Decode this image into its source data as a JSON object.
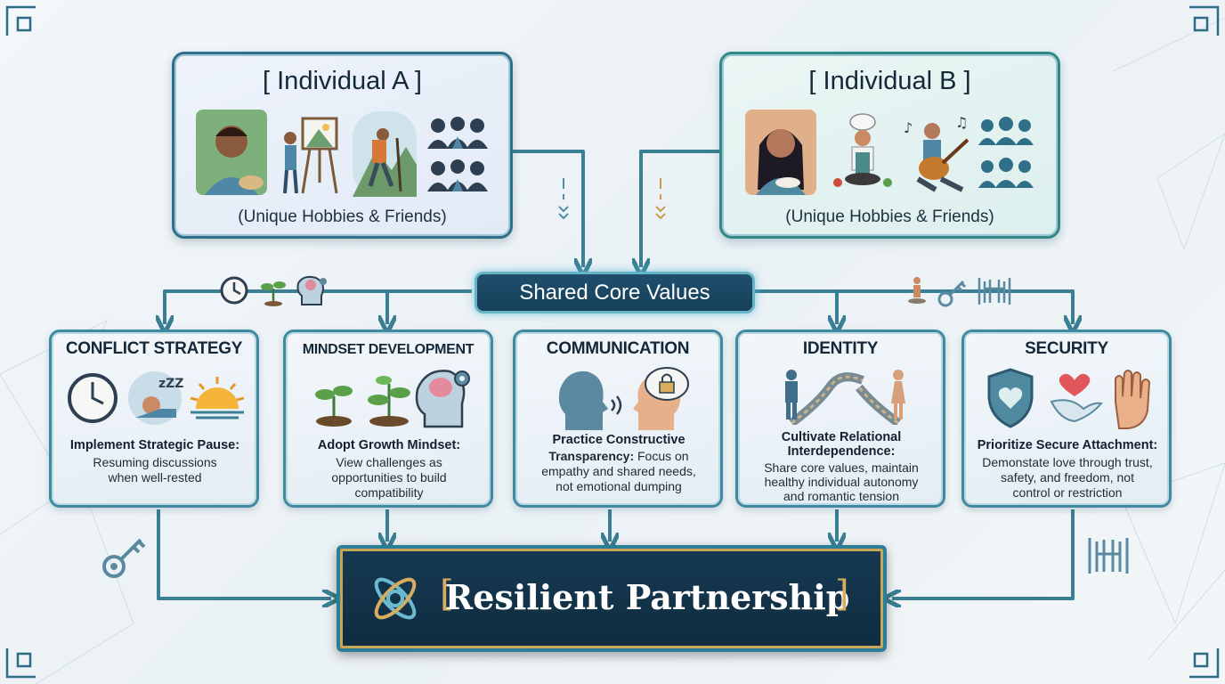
{
  "individuals": [
    {
      "title": "[ Individual A ]",
      "caption": "(Unique Hobbies & Friends)"
    },
    {
      "title": "[ Individual B ]",
      "caption": "(Unique Hobbies & Friends)"
    }
  ],
  "shared_label": "Shared Core Values",
  "cards": [
    {
      "title": "CONFLICT STRATEGY",
      "heading": "Implement Strategic Pause:",
      "lines": [
        "Resuming discussions",
        "when well-rested"
      ]
    },
    {
      "title": "MINDSET DEVELOPMENT",
      "heading": "Adopt Growth Mindset:",
      "lines": [
        "View challenges as",
        "opportunities to build",
        "compatibility"
      ]
    },
    {
      "title": "COMMUNICATION",
      "heading_lines": [
        "Practice Constructive",
        "Transparency:"
      ],
      "heading_tail": " Focus on",
      "lines": [
        "empathy and shared needs,",
        "not emotional dumping"
      ]
    },
    {
      "title": "IDENTITY",
      "heading_lines": [
        "Cultivate Relational",
        "Interdependence:"
      ],
      "lines": [
        "Share core values, maintain",
        "healthy individual autonomy",
        "and romantic tension"
      ]
    },
    {
      "title": "SECURITY",
      "heading": "Prioritize Secure Attachment:",
      "lines": [
        "Demonstate love through trust,",
        "safety, and freedom, not",
        "control or restriction"
      ]
    }
  ],
  "result": {
    "open": "[",
    "label": "Resilient Partnership",
    "close": "]"
  },
  "colors": {
    "accent": "#2f6f8a",
    "teal": "#2f8a86",
    "gold": "#d8ad5e",
    "dark": "#163a52"
  }
}
